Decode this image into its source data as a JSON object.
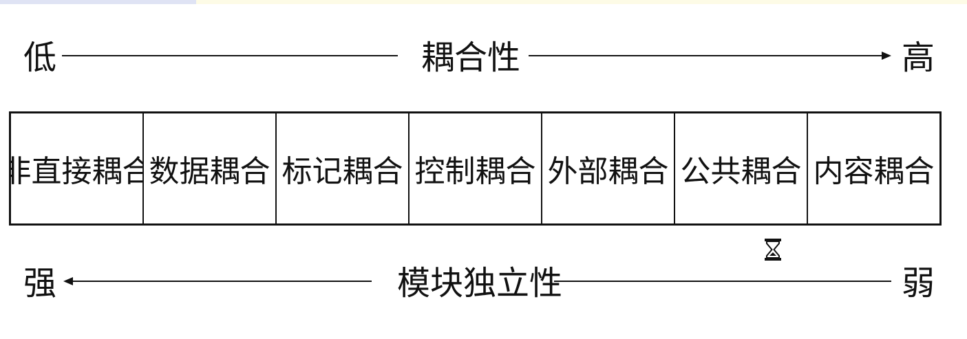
{
  "coupling_axis": {
    "low_label": "低",
    "title": "耦合性",
    "high_label": "高",
    "direction": "left-to-right"
  },
  "coupling_types": [
    "非直接耦合",
    "数据耦合",
    "标记耦合",
    "控制耦合",
    "外部耦合",
    "公共耦合",
    "内容耦合"
  ],
  "independence_axis": {
    "strong_label": "强",
    "title": "模块独立性",
    "weak_label": "弱",
    "direction": "right-to-left"
  },
  "cursor_icon": "hourglass-icon"
}
